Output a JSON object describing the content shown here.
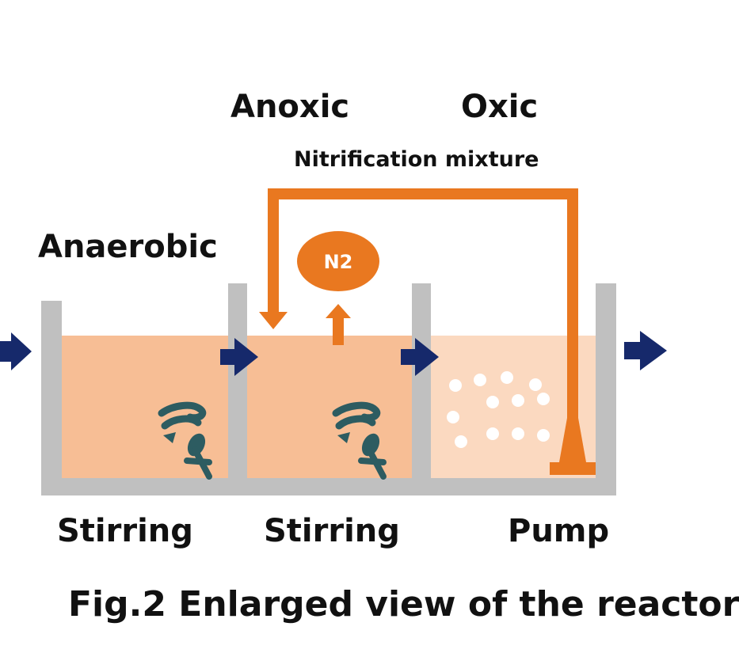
{
  "zones": {
    "anaerobic": "Anaerobic",
    "anoxic": "Anoxic",
    "oxic": "Oxic"
  },
  "recycle": {
    "label": "Nitrification mixture"
  },
  "gas": {
    "label": "N2"
  },
  "equipment": {
    "stirring_1": "Stirring",
    "stirring_2": "Stirring",
    "pump": "Pump"
  },
  "caption": "Fig.2 Enlarged view of the reactor",
  "colors": {
    "wall": "#c0c0c0",
    "liquid_anaerobic": "#f7be95",
    "liquid_anoxic": "#f7be95",
    "liquid_oxic": "#fbd9c0",
    "recycle_pipe": "#e97820",
    "flow_arrow": "#16296b",
    "stirrer": "#2d5c61",
    "bubble": "#ffffff"
  },
  "icons": [
    "flow-arrow-icon",
    "stirrer-icon",
    "aeration-bubbles-icon",
    "pump-icon",
    "n2-gas-icon"
  ]
}
